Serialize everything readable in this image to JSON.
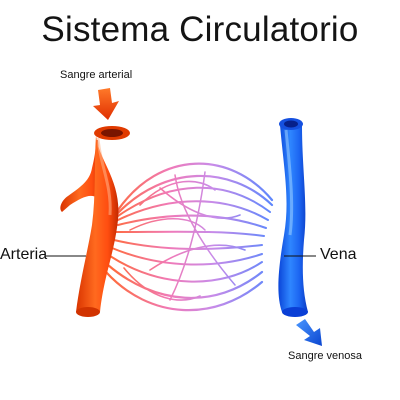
{
  "title": "Sistema Circulatorio",
  "labels": {
    "arterial_blood": "Sangre arterial",
    "venous_blood": "Sangre venosa",
    "artery": "Arteria",
    "vein": "Vena"
  },
  "colors": {
    "artery": "#ff4f12",
    "artery_dark": "#c92a00",
    "artery_light": "#ffa066",
    "vein": "#1f6fff",
    "vein_dark": "#0a3fd6",
    "vein_light": "#7ab8ff",
    "capillary_mid": "#d88ae8"
  }
}
